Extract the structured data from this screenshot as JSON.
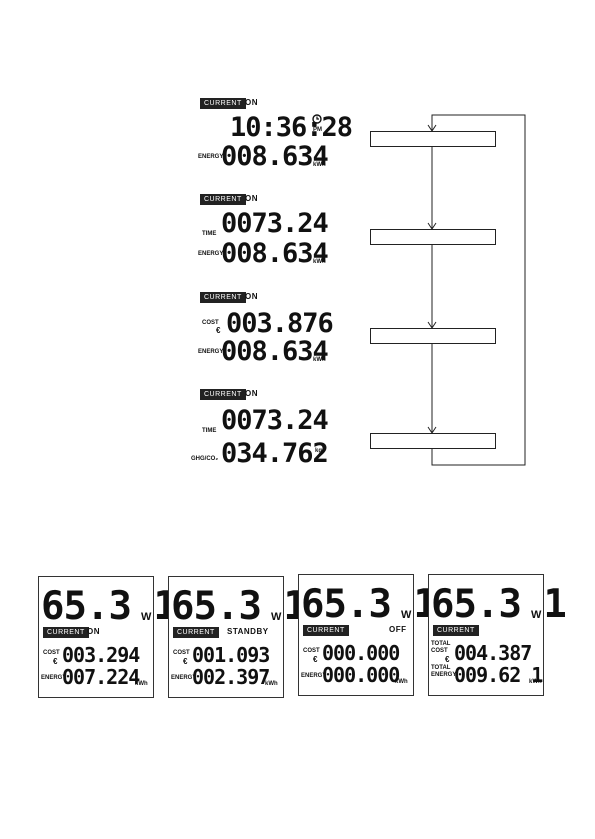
{
  "sequence": {
    "screens": [
      {
        "tag": "CURRENT",
        "state": "ON",
        "top_label": "",
        "top_value": "10:36:28",
        "top_suffix": "PM",
        "bottom_label": "ENERGY",
        "bottom_value": "008.634",
        "bottom_unit": "kWh",
        "clock_icon": "clock-icon"
      },
      {
        "tag": "CURRENT",
        "state": "ON",
        "top_label": "TIME",
        "top_value": "0073.24",
        "bottom_label": "ENERGY",
        "bottom_value": "008.634",
        "bottom_unit": "kWh"
      },
      {
        "tag": "CURRENT",
        "state": "ON",
        "top_label": "COST",
        "currency": "€",
        "top_value": "003.876",
        "bottom_label": "ENERGY",
        "bottom_value": "008.634",
        "bottom_unit": "kWh"
      },
      {
        "tag": "CURRENT",
        "state": "ON",
        "top_label": "TIME",
        "top_value": "0073.24",
        "bottom_label": "GHG/CO₂",
        "bottom_value": "034.762",
        "bottom_unit": "kg"
      }
    ]
  },
  "panels": [
    {
      "power": "65.3 1",
      "power_unit": "W",
      "tag": "CURRENT",
      "state": "ON",
      "cost_label": "COST",
      "currency": "€",
      "cost_value": "003.294",
      "energy_label": "ENERGY",
      "energy_value": "007.224",
      "energy_unit": "kWh"
    },
    {
      "power": "65.3 1",
      "power_unit": "W",
      "tag": "CURRENT",
      "state": "STANDBY",
      "cost_label": "COST",
      "currency": "€",
      "cost_value": "001.093",
      "energy_label": "ENERGY",
      "energy_value": "002.397",
      "energy_unit": "kWh"
    },
    {
      "power": "65.3 1",
      "power_unit": "W",
      "tag": "CURRENT",
      "state": "OFF",
      "cost_label": "COST",
      "currency": "€",
      "cost_value": "000.000",
      "energy_label": "ENERGY",
      "energy_value": "000.000",
      "energy_unit": "kWh"
    },
    {
      "power": "65.3 1",
      "power_unit": "W",
      "tag": "CURRENT",
      "state": "",
      "cost_label": "TOTAL COST",
      "currency": "€",
      "cost_value": "004.387",
      "energy_label": "TOTAL ENERGY",
      "energy_value": "009.62 1",
      "energy_unit": "kWh"
    }
  ]
}
